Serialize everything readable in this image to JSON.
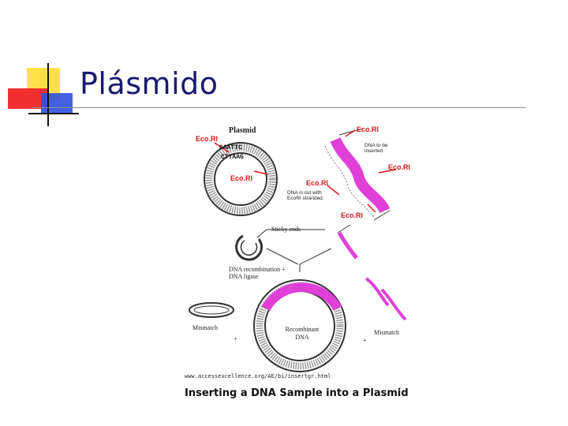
{
  "slide": {
    "title": "Plásmido",
    "accent_colors": {
      "yellow": "#ffe04a",
      "red": "#f03030",
      "blue": "#3050e0"
    }
  },
  "figure": {
    "heading": "Plasmid",
    "enzyme_label": "Eco.RI",
    "plasmid_top_sequence": "GAATTC",
    "plasmid_bottom_sequence": "CTTAAG",
    "dna_to_be_inserted": "DNA to be inserted",
    "dna_cut_note": "DNA is cut with EcoRI stranded.",
    "sticky_ends": "Sticky ends",
    "recombination_step": "DNA recombination + DNA ligase",
    "mismatch_label": "Mismatch",
    "recombinant_label": "Recombinant DNA",
    "plus_sign": "+",
    "source_url": "www.accessexcellence.org/AE/bi/insertgr.html",
    "caption": "Inserting a DNA Sample into a Plasmid",
    "insert_color": "#e040d8",
    "enzyme_color": "#d81818"
  }
}
